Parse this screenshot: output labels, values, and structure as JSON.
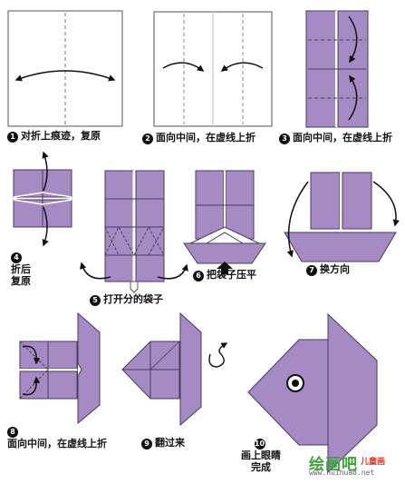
{
  "colors": {
    "paper": "#a58ac3",
    "outline": "#4a3a5e",
    "crease": "#ffffff",
    "arrow": "#111111"
  },
  "steps": [
    {
      "num": "1",
      "text": "对折上痕迹，复原"
    },
    {
      "num": "2",
      "text": "面向中间，在虚线上折"
    },
    {
      "num": "3",
      "text": "面向中间，在虚线上折"
    },
    {
      "num": "4",
      "text": "折后",
      "text2": "复原"
    },
    {
      "num": "5",
      "text": "打开分的袋子"
    },
    {
      "num": "6",
      "text": "把袋子压平"
    },
    {
      "num": "7",
      "text": "换方向"
    },
    {
      "num": "8",
      "text": "面向中间，在虚线上折"
    },
    {
      "num": "9",
      "text": "翻过来"
    },
    {
      "num": "10",
      "text": "画上眼睛",
      "text2": "完成"
    }
  ],
  "logo": {
    "main": "绘画吧",
    "sub": "儿童画",
    "url": "www.huihua8.net"
  }
}
